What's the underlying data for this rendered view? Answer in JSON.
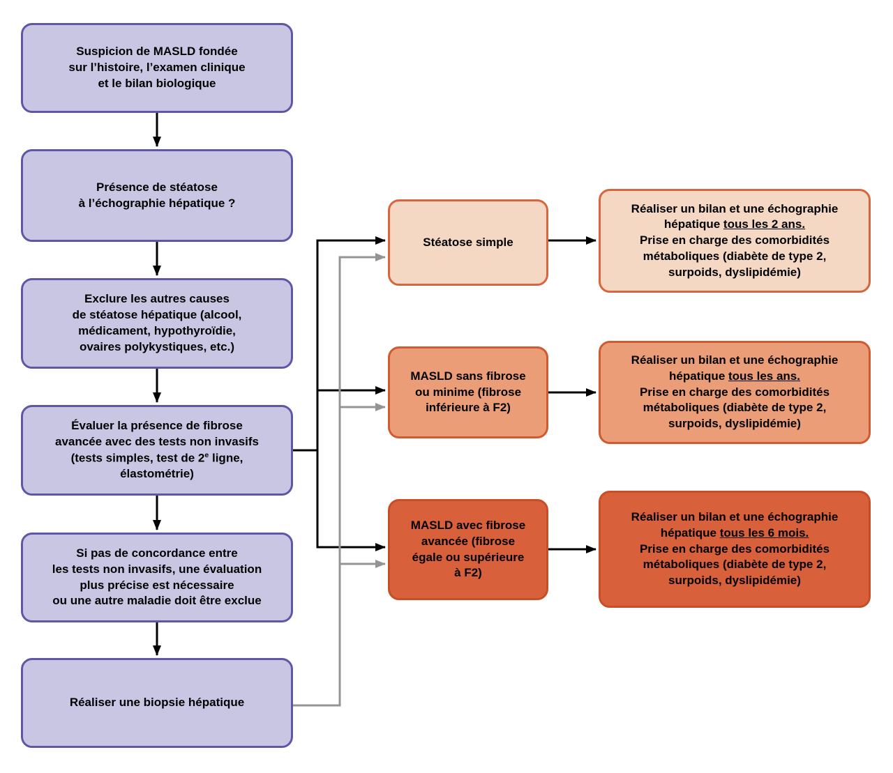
{
  "palette": {
    "purple_fill": "#c9c6e3",
    "purple_border": "#5d57a6",
    "tier1_fill": "#f5d8c4",
    "tier1_border": "#d8653f",
    "tier2_fill": "#ea9d77",
    "tier2_border": "#d05a31",
    "tier3_fill": "#d8603a",
    "tier3_border": "#c74e27",
    "arrow_black": "#000000",
    "arrow_gray": "#949494",
    "text": "#000000"
  },
  "left": [
    {
      "text": "Suspicion de MASLD fondée\nsur l’histoire, l’examen clinique\net le bilan biologique"
    },
    {
      "text": "Présence de stéatose\nà l’échographie hépatique ?"
    },
    {
      "text": "Exclure les autres causes\nde stéatose hépatique (alcool,\nmédicament, hypothyroïdie,\novaires polykystiques, etc.)"
    },
    {
      "text_before": "Évaluer la présence de fibrose\navancée avec des tests non invasifs\n(tests simples, test de 2",
      "superscript": "e",
      "text_after": " ligne,\nélastométrie)"
    },
    {
      "text": "Si pas de concordance entre\nles tests non invasifs, une évaluation\nplus précise est nécessaire\nou une autre maladie doit être exclue"
    },
    {
      "text": "Réaliser une biopsie hépatique"
    }
  ],
  "middle": [
    {
      "text": "Stéatose simple"
    },
    {
      "text": "MASLD sans fibrose\nou minime (fibrose\ninférieure à F2)"
    },
    {
      "text": "MASLD avec fibrose\navancée (fibrose\négale ou supérieure\nà F2)"
    }
  ],
  "right": [
    {
      "text_before": "Réaliser un bilan et une échographie\nhépatique ",
      "underlined": "tous les 2 ans.",
      "text_after": "\nPrise en charge des comorbidités\nmétaboliques (diabète de type 2,\nsurpoids, dyslipidémie)"
    },
    {
      "text_before": "Réaliser un bilan et une échographie\nhépatique ",
      "underlined": "tous les ans.",
      "text_after": "\nPrise en charge des comorbidités\nmétaboliques (diabète de type 2,\nsurpoids, dyslipidémie)"
    },
    {
      "text_before": "Réaliser un bilan et une échographie\nhépatique ",
      "underlined": "tous les 6 mois.",
      "text_after": "\nPrise en charge des comorbidités\nmétaboliques (diabète de type 2,\nsurpoids, dyslipidémie)"
    }
  ]
}
